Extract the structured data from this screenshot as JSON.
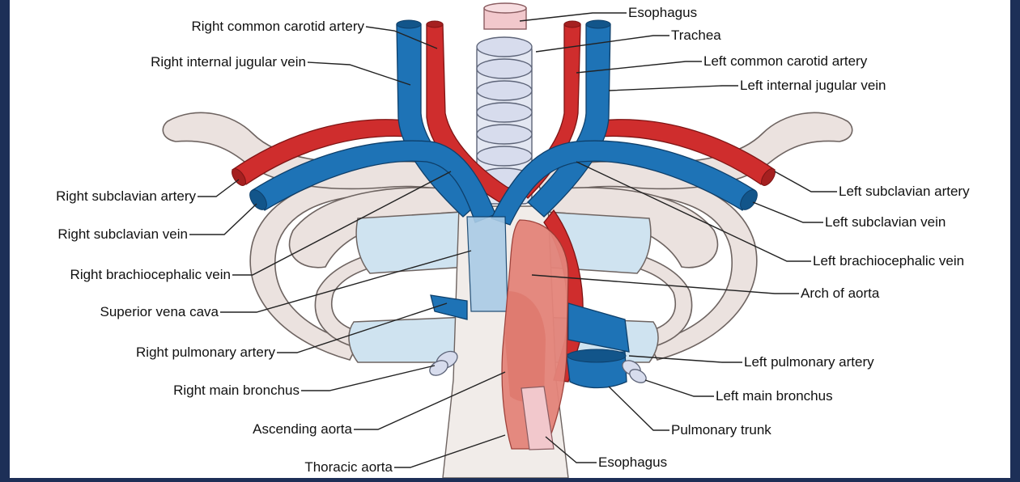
{
  "diagram": {
    "labels": {
      "right_common_carotid_artery": "Right common carotid artery",
      "right_internal_jugular_vein": "Right internal jugular vein",
      "right_subclavian_artery": "Right subclavian artery",
      "right_subclavian_vein": "Right subclavian vein",
      "right_brachiocephalic_vein": "Right brachiocephalic vein",
      "superior_vena_cava": "Superior vena cava",
      "right_pulmonary_artery": "Right pulmonary artery",
      "right_main_bronchus": "Right main bronchus",
      "ascending_aorta": "Ascending aorta",
      "thoracic_aorta": "Thoracic aorta",
      "esophagus_top": "Esophagus",
      "trachea": "Trachea",
      "left_common_carotid_artery": "Left common carotid artery",
      "left_internal_jugular_vein": "Left internal jugular vein",
      "left_subclavian_artery": "Left subclavian artery",
      "left_subclavian_vein": "Left subclavian vein",
      "left_brachiocephalic_vein": "Left brachiocephalic vein",
      "arch_of_aorta": "Arch of aorta",
      "left_pulmonary_artery": "Left pulmonary artery",
      "left_main_bronchus": "Left main bronchus",
      "pulmonary_trunk": "Pulmonary trunk",
      "esophagus_bottom": "Esophagus"
    },
    "colors": {
      "frame": "#1d2f57",
      "background": "#ffffff",
      "artery": "#cf2d2d",
      "vein": "#1e73b6",
      "bone": "#ebe2df",
      "cartilage": "#cfe3f0",
      "aorta_arch": "#e4847a",
      "trachea": "#d7dced",
      "esophagus": "#f2c8cc"
    }
  }
}
